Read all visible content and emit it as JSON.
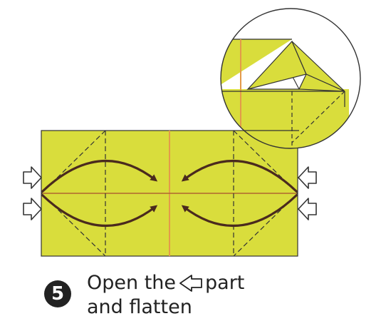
{
  "step": {
    "number": "5",
    "instruction_line1_a": "Open the",
    "instruction_line1_b": "part",
    "instruction_line2": "and flatten",
    "inline_icon": "hollow-left-arrow-icon"
  },
  "colors": {
    "paper": "#d9dd3c",
    "outline": "#333333",
    "crease_orange": "#e39a4a",
    "arrow": "#4a2a1e",
    "background": "#ffffff"
  }
}
